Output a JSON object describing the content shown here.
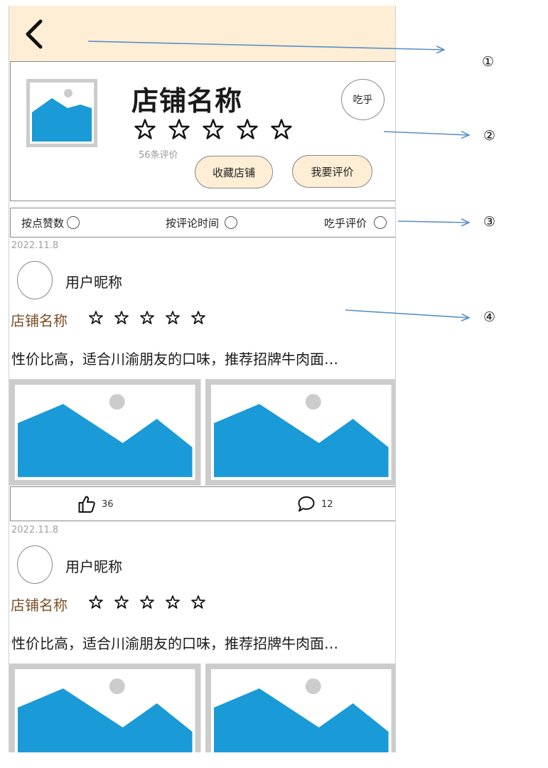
{
  "shop": {
    "name": "店铺名称",
    "badge": "吃乎",
    "review_count": "56条评价",
    "favorite_label": "收藏店铺",
    "rate_label": "我要评价"
  },
  "sort": {
    "by_likes": "按点赞数",
    "by_time": "按评论时间",
    "by_chihu": "吃乎评价"
  },
  "reviews": [
    {
      "date": "2022.11.8",
      "user": "用户昵称",
      "shop": "店铺名称",
      "text": "性价比高，适合川渝朋友的口味，推荐招牌牛肉面…",
      "likes": "36",
      "comments": "12"
    },
    {
      "date": "2022.11.8",
      "user": "用户昵称",
      "shop": "店铺名称",
      "text": "性价比高，适合川渝朋友的口味，推荐招牌牛肉面…"
    }
  ],
  "annotations": [
    "①",
    "②",
    "③",
    "④"
  ],
  "colors": {
    "topbar": "#fdeed5",
    "button": "#fdeed5",
    "image_fill": "#1a9ad6",
    "shop_link": "#7a4e26",
    "arrow": "#5b8fc7"
  }
}
